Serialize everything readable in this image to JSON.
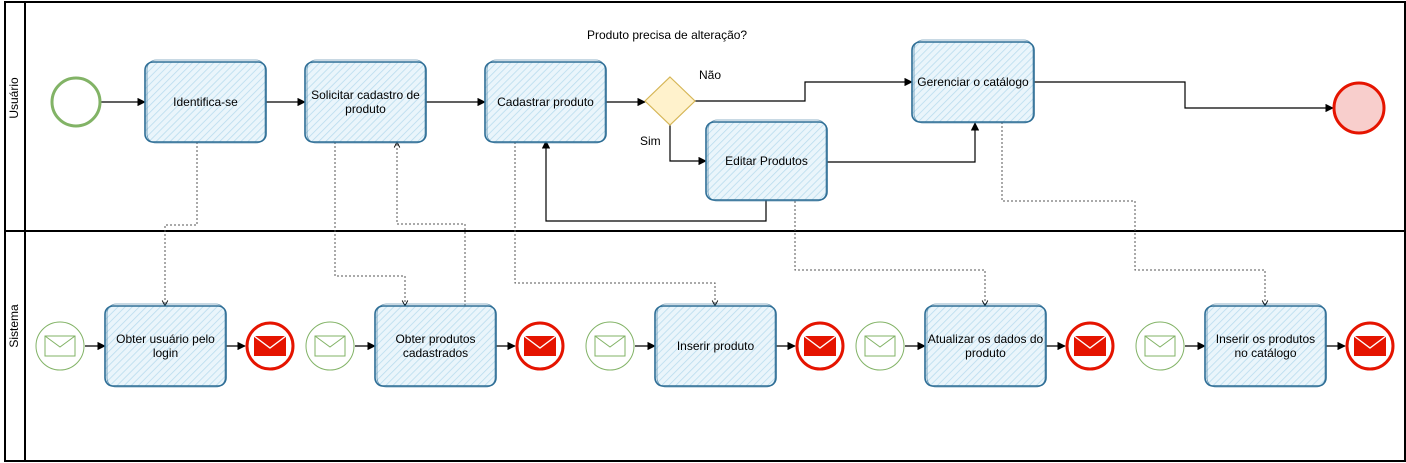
{
  "lanes": {
    "top": "Usuário",
    "bottom": "Sistema"
  },
  "question": "Produto precisa de alteração?",
  "branch": {
    "no": "Não",
    "yes": "Sim"
  },
  "tasks": {
    "identifica": "Identifica-se",
    "solicitar": "Solicitar cadastro de produto",
    "cadastrar": "Cadastrar produto",
    "gerenciar": "Gerenciar o catálogo",
    "editar": "Editar Produtos",
    "obter_usuario": "Obter usuário pelo login",
    "obter_produtos": "Obter produtos cadastrados",
    "inserir_produto": "Inserir produto",
    "atualizar": "Atualizar os dados do produto",
    "inserir_catalogo": "Inserir os produtos no catálogo"
  },
  "colors": {
    "task_fill": "#dceef7",
    "task_stroke": "#2e6e96",
    "start": "#82b366",
    "end_stroke": "#e51400",
    "end_fill": "#f8cecc",
    "gateway_fill": "#fff2cc",
    "gateway_stroke": "#d6b656",
    "msg_start": "#82b366",
    "msg_end": "#e51400"
  }
}
